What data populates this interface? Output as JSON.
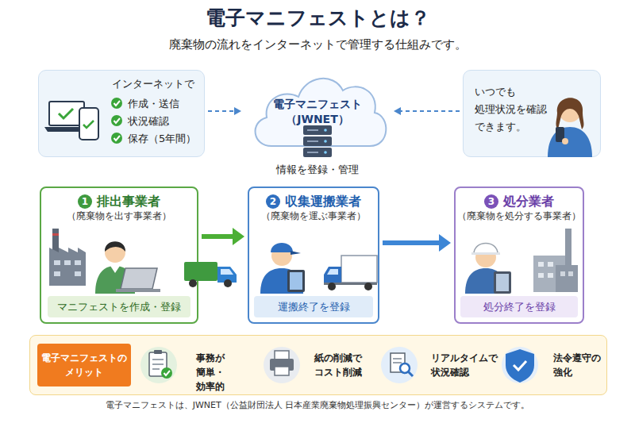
{
  "diagram": {
    "title": "電子マニフェストとは？",
    "caption": "電子マニフェストは、JWNET（公益財団法人 日本産業廃棄物処理振興センター）が運営するシステムです。",
    "nodes": [
      {
        "text": [
          "インターネットで",
          "作成・送信",
          "状況確認",
          "保存（5年間）"
        ]
      },
      {
        "text": [
          "電子マニフェスト （JWNET）",
          "情報を登録・管理"
        ]
      },
      {
        "text": [
          "いつでも 処理状況を確認 できます。"
        ]
      },
      {
        "text": [
          "1",
          "排出事業者",
          "（廃棄物を出す事業者）"
        ]
      },
      {
        "text": [
          "マニフェストを作成・登録"
        ],
        "in": 3
      },
      {
        "text": [
          "2",
          "収集運搬業者",
          "（廃棄物を運ぶ事業者）"
        ]
      },
      {
        "text": [
          "運搬終了を登録"
        ],
        "in": 5
      },
      {
        "text": [
          "3",
          "処分業者",
          "（廃棄物を処分する事業者）"
        ]
      },
      {
        "text": [
          "処分終了を登録"
        ],
        "in": 7
      },
      {
        "text": [
          "事務が 簡単・効率的",
          "紙の削減で コスト削減",
          "リアルタイムで 状況確認",
          "法令遵守の 強化"
        ]
      },
      {
        "text": [
          "電子マニフェストの メリット"
        ],
        "in": 9
      }
    ],
    "edges": [
      {
        "from": 3,
        "to": 5,
        "arrow": "to"
      },
      {
        "from": 5,
        "to": 7,
        "arrow": "to"
      },
      {
        "from": 0,
        "to": 1,
        "arrow": "to"
      },
      {
        "from": 2,
        "to": 1,
        "arrow": "to"
      }
    ],
    "labels": [
      "廃棄物の流れをインターネットで管理する仕組みです。"
    ]
  }
}
